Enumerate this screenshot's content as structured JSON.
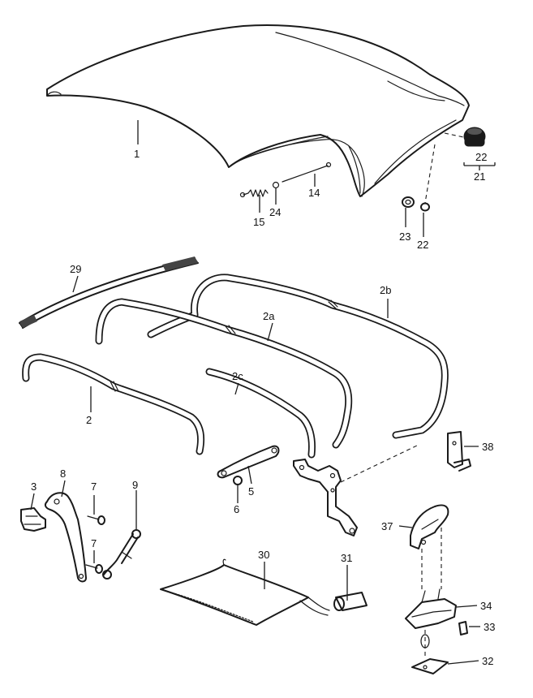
{
  "callouts": {
    "c1": "1",
    "c2": "2",
    "c2a": "2a",
    "c2b": "2b",
    "c2c": "2c",
    "c3": "3",
    "c5": "5",
    "c6": "6",
    "c7a": "7",
    "c7b": "7",
    "c8": "8",
    "c9": "9",
    "c14": "14",
    "c15": "15",
    "c21": "21",
    "c22a": "22",
    "c22b": "22",
    "c23": "23",
    "c24": "24",
    "c29": "29",
    "c30": "30",
    "c31": "31",
    "c32": "32",
    "c33": "33",
    "c34": "34",
    "c37": "37",
    "c38": "38"
  }
}
